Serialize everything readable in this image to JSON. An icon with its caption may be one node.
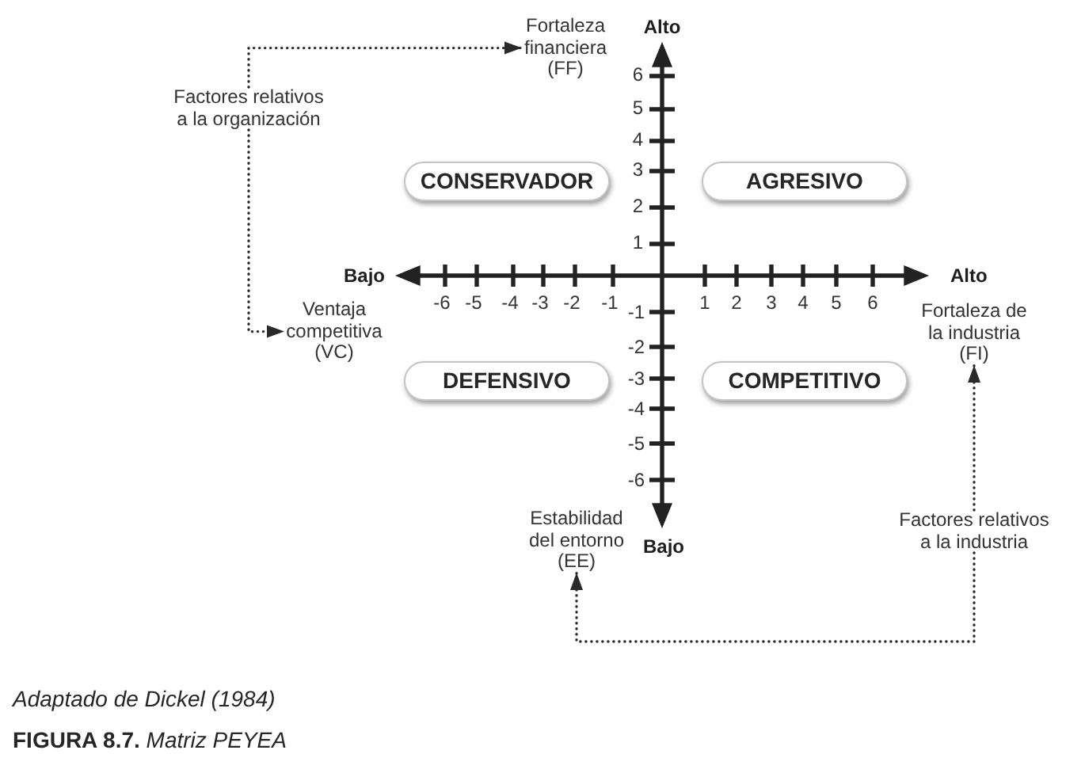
{
  "diagram": {
    "caption": "**FIGURA 8.7.** *Matriz PEYEA*",
    "nodes": [
      {
        "text": [
          "Fortaleza financiera (FF)"
        ]
      },
      {
        "text": [
          "Factores relativos a la organización"
        ]
      },
      {
        "text": [
          "CONSERVADOR"
        ]
      },
      {
        "text": [
          "AGRESIVO"
        ]
      },
      {
        "text": [
          "Ventaja competitiva (VC)"
        ]
      },
      {
        "text": [
          "Fortaleza de la industria (FI)"
        ]
      },
      {
        "text": [
          "DEFENSIVO"
        ]
      },
      {
        "text": [
          "COMPETITIVO"
        ]
      },
      {
        "text": [
          "Estabilidad del entorno (EE)"
        ]
      },
      {
        "text": [
          "Factores relativos a la industria"
        ]
      }
    ],
    "edges": [
      {
        "from": 1,
        "to": 0,
        "arrow": "to",
        "style": "dashed"
      },
      {
        "from": 1,
        "to": 4,
        "arrow": "to",
        "style": "dashed"
      },
      {
        "from": 9,
        "to": 5,
        "arrow": "to",
        "style": "dashed"
      },
      {
        "from": 9,
        "to": 8,
        "arrow": "to",
        "style": "dashed"
      }
    ],
    "labels": [
      "Alto",
      "6",
      "5",
      "4",
      "3",
      "2",
      "1",
      "Bajo",
      "-6",
      "-5",
      "-4",
      "-3",
      "-2",
      "-1",
      "1",
      "2",
      "3",
      "4",
      "5",
      "6",
      "Alto",
      "-1",
      "-2",
      "-3",
      "-4",
      "-5",
      "-6",
      "Bajo",
      "Adaptado de Dickel (1984)"
    ]
  }
}
